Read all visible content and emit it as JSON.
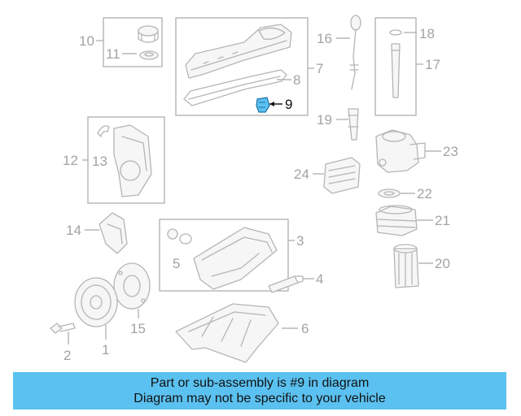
{
  "diagram": {
    "highlight_color": "#5bc1f0",
    "callouts": {
      "c1": "1",
      "c2": "2",
      "c3": "3",
      "c4": "4",
      "c5": "5",
      "c6": "6",
      "c7": "7",
      "c8": "8",
      "c9": "9",
      "c10": "10",
      "c11": "11",
      "c12": "12",
      "c13": "13",
      "c14": "14",
      "c15": "15",
      "c16": "16",
      "c17": "17",
      "c18": "18",
      "c19": "19",
      "c20": "20",
      "c21": "21",
      "c22": "22",
      "c23": "23",
      "c24": "24"
    }
  },
  "banner": {
    "line1": "Part or sub-assembly is #9 in diagram",
    "line2": "Diagram may not be specific to your vehicle",
    "background": "#5bc1f0"
  }
}
